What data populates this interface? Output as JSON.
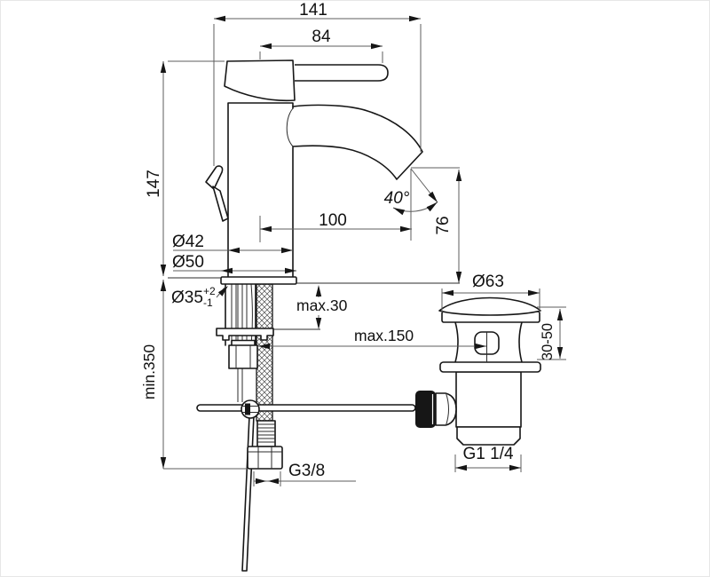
{
  "drawing": {
    "subject": "single-lever basin mixer with pop-up waste — installation dimension drawing",
    "background_color": "#ffffff",
    "line_color": "#161616",
    "dimension_line_color": "#5c5c5c",
    "dimensions": {
      "overall_depth": "141",
      "lever_length": "84",
      "height": "147",
      "min_hose_length": "min.350",
      "body_diameter": "Ø42",
      "base_diameter": "Ø50",
      "hole_diameter": "Ø35",
      "hole_tolerance_plus": "+2",
      "hole_tolerance_minus": "-1",
      "max_deck_thickness": "max.30",
      "max_waste_distance": "max.150",
      "spout_reach": "100",
      "spout_angle": "40°",
      "spout_height": "76",
      "waste_flange_diameter": "Ø63",
      "waste_clamp_range": "30-50",
      "waste_thread": "G1 1/4",
      "supply_thread": "G3/8"
    }
  }
}
